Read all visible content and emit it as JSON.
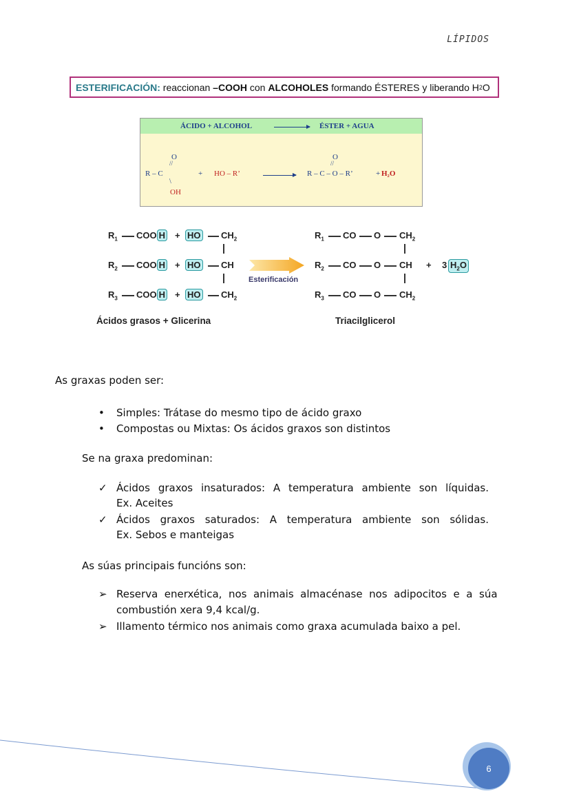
{
  "header": {
    "title": "LÍPIDOS"
  },
  "definition": {
    "term": "ESTERIFICACIÓN:",
    "t1": " reaccionan ",
    "cooh": "–COOH",
    "t2": " con ",
    "alcoholes": "ALCOHOLES",
    "t3": " formando ÉSTERES y liberando H",
    "sub2": "2",
    "t4": "O"
  },
  "reaction_general": {
    "header_left": "ÁCIDO + ALCOHOL",
    "header_right": "ÉSTER + AGUA",
    "acid_o": "O",
    "acid_dbl": "//",
    "acid_main": "R – C",
    "acid_bond": "\\",
    "acid_oh": "OH",
    "plus": "+",
    "alcohol": "HO – R’",
    "ester_o": "O",
    "ester_dbl": "//",
    "ester_main": "R – C – O – R’",
    "plus2": "+",
    "water": "H₂O"
  },
  "triacylglycerol": {
    "rows": [
      {
        "r": "R",
        "n": "1",
        "cooh": "COO",
        "h": "H",
        "plus": "+",
        "ho": "HO",
        "c": "CH",
        "c_sub": "2",
        "p_r": "R",
        "p_n": "1",
        "co": "CO",
        "o": "O",
        "p_c": "CH",
        "p_c_sub": "2"
      },
      {
        "r": "R",
        "n": "2",
        "cooh": "COO",
        "h": "H",
        "plus": "+",
        "ho": "HO",
        "c": "CH",
        "c_sub": "",
        "p_r": "R",
        "p_n": "2",
        "co": "CO",
        "o": "O",
        "p_c": "CH",
        "p_c_sub": ""
      },
      {
        "r": "R",
        "n": "3",
        "cooh": "COO",
        "h": "H",
        "plus": "+",
        "ho": "HO",
        "c": "CH",
        "c_sub": "2",
        "p_r": "R",
        "p_n": "3",
        "co": "CO",
        "o": "O",
        "p_c": "CH",
        "p_c_sub": "2"
      }
    ],
    "arrow_label": "Esterificación",
    "water_plus": "+",
    "water_coef": "3",
    "water_h": "H",
    "water_sub": "2",
    "water_o": "O",
    "left_label": "Ácidos grasos  +  Glicerina",
    "right_label": "Triacilglicerol",
    "arrow_color": "#f4a623"
  },
  "content": {
    "types_intro": "As graxas poden ser:",
    "types": [
      "Simples: Trátase do mesmo tipo de ácido graxo",
      "Compostas ou Mixtas: Os ácidos graxos son distintos"
    ],
    "predominance_intro": "Se na graxa predominan:",
    "predominance": [
      {
        "line1": "Ácidos  graxos  insaturados:  A  temperatura  ambiente  son  líquidas.",
        "line2": "Ex. Aceites"
      },
      {
        "line1": "Ácidos  graxos  saturados:  A  temperatura  ambiente  son  sólidas.",
        "line2": "Ex. Sebos e manteigas"
      }
    ],
    "functions_intro": "As súas principais funcións son:",
    "functions": [
      {
        "line1": "Reserva  enerxética,  nos  animais  almacénase  nos  adipocitos  e  a  súa",
        "line2": "combustión xera 9,4 kcal/g."
      },
      {
        "line1": "Illamento térmico nos animais como graxa acumulada baixo a pel.",
        "line2": ""
      }
    ],
    "bullet_disc": "•",
    "bullet_check": "✓",
    "bullet_arrow": "➢"
  },
  "footer": {
    "page_number": "6"
  }
}
